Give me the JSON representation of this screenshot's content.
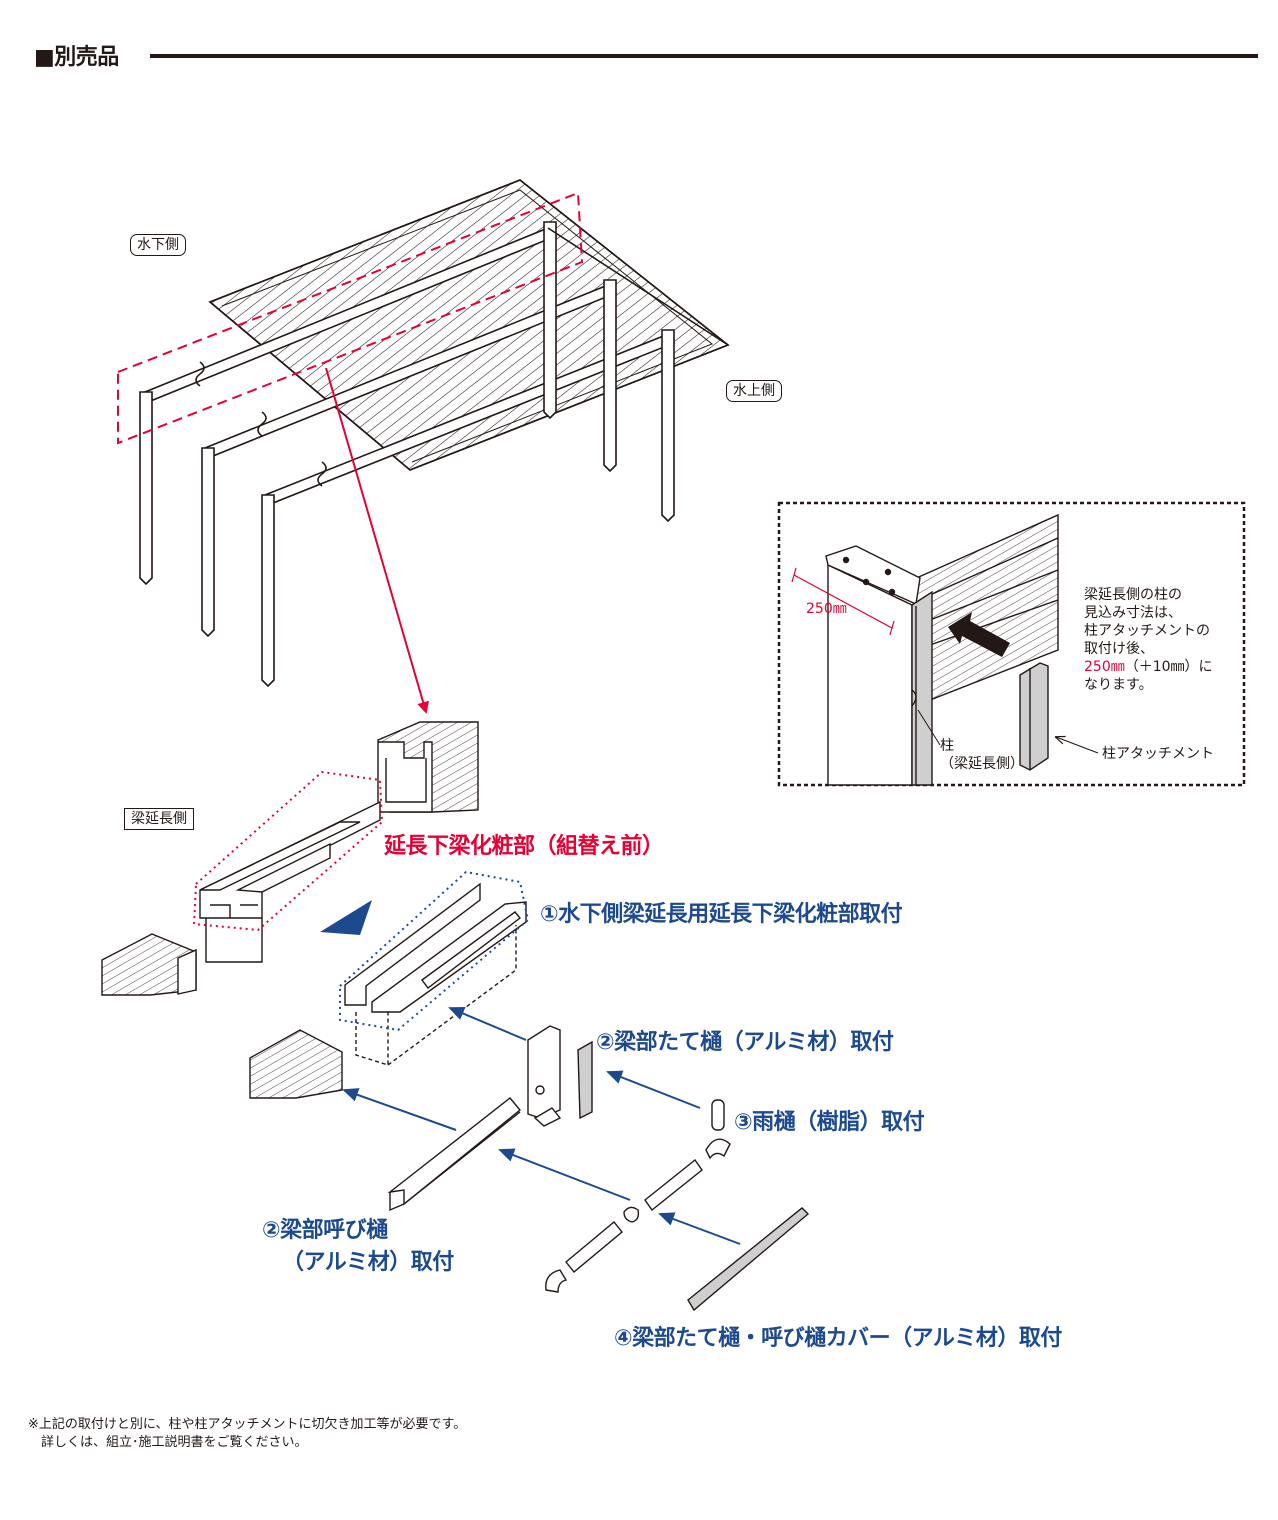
{
  "header": {
    "title": "■別売品"
  },
  "tags": {
    "downhill": "水下側",
    "uphill": "水上側",
    "beam_ext": "梁延長側"
  },
  "labels": {
    "before": "延長下梁化粧部（組替え前）",
    "step1": "①水下側梁延長用延長下梁化粧部取付",
    "step2a": "②梁部たて樋（アルミ材）取付",
    "step3": "③雨樋（樹脂）取付",
    "step2b_line1": "②梁部呼び樋",
    "step2b_line2": "（アルミ材）取付",
    "step4": "④梁部たて樋・呼び樋カバー（アルミ材）取付"
  },
  "detail": {
    "dimension": "250㎜",
    "text_lines": [
      "梁延長側の柱の",
      "見込み寸法は、",
      "柱アタッチメントの",
      "取付け後、"
    ],
    "text_red": "250㎜",
    "text_after_red": "（＋10㎜）に",
    "text_last": "なります。",
    "post_label_1": "柱",
    "post_label_2": "（梁延長側）",
    "attachment_label": "柱アタッチメント"
  },
  "notes": {
    "line1": "※上記の取付けと別に、柱や柱アタッチメントに切欠き加工等が必要です。",
    "line2": "　詳しくは、組立･施工説明書をご覧ください。"
  },
  "colors": {
    "text": "#231815",
    "accent_red": "#e60033",
    "accent_blue": "#1d4a8f"
  }
}
